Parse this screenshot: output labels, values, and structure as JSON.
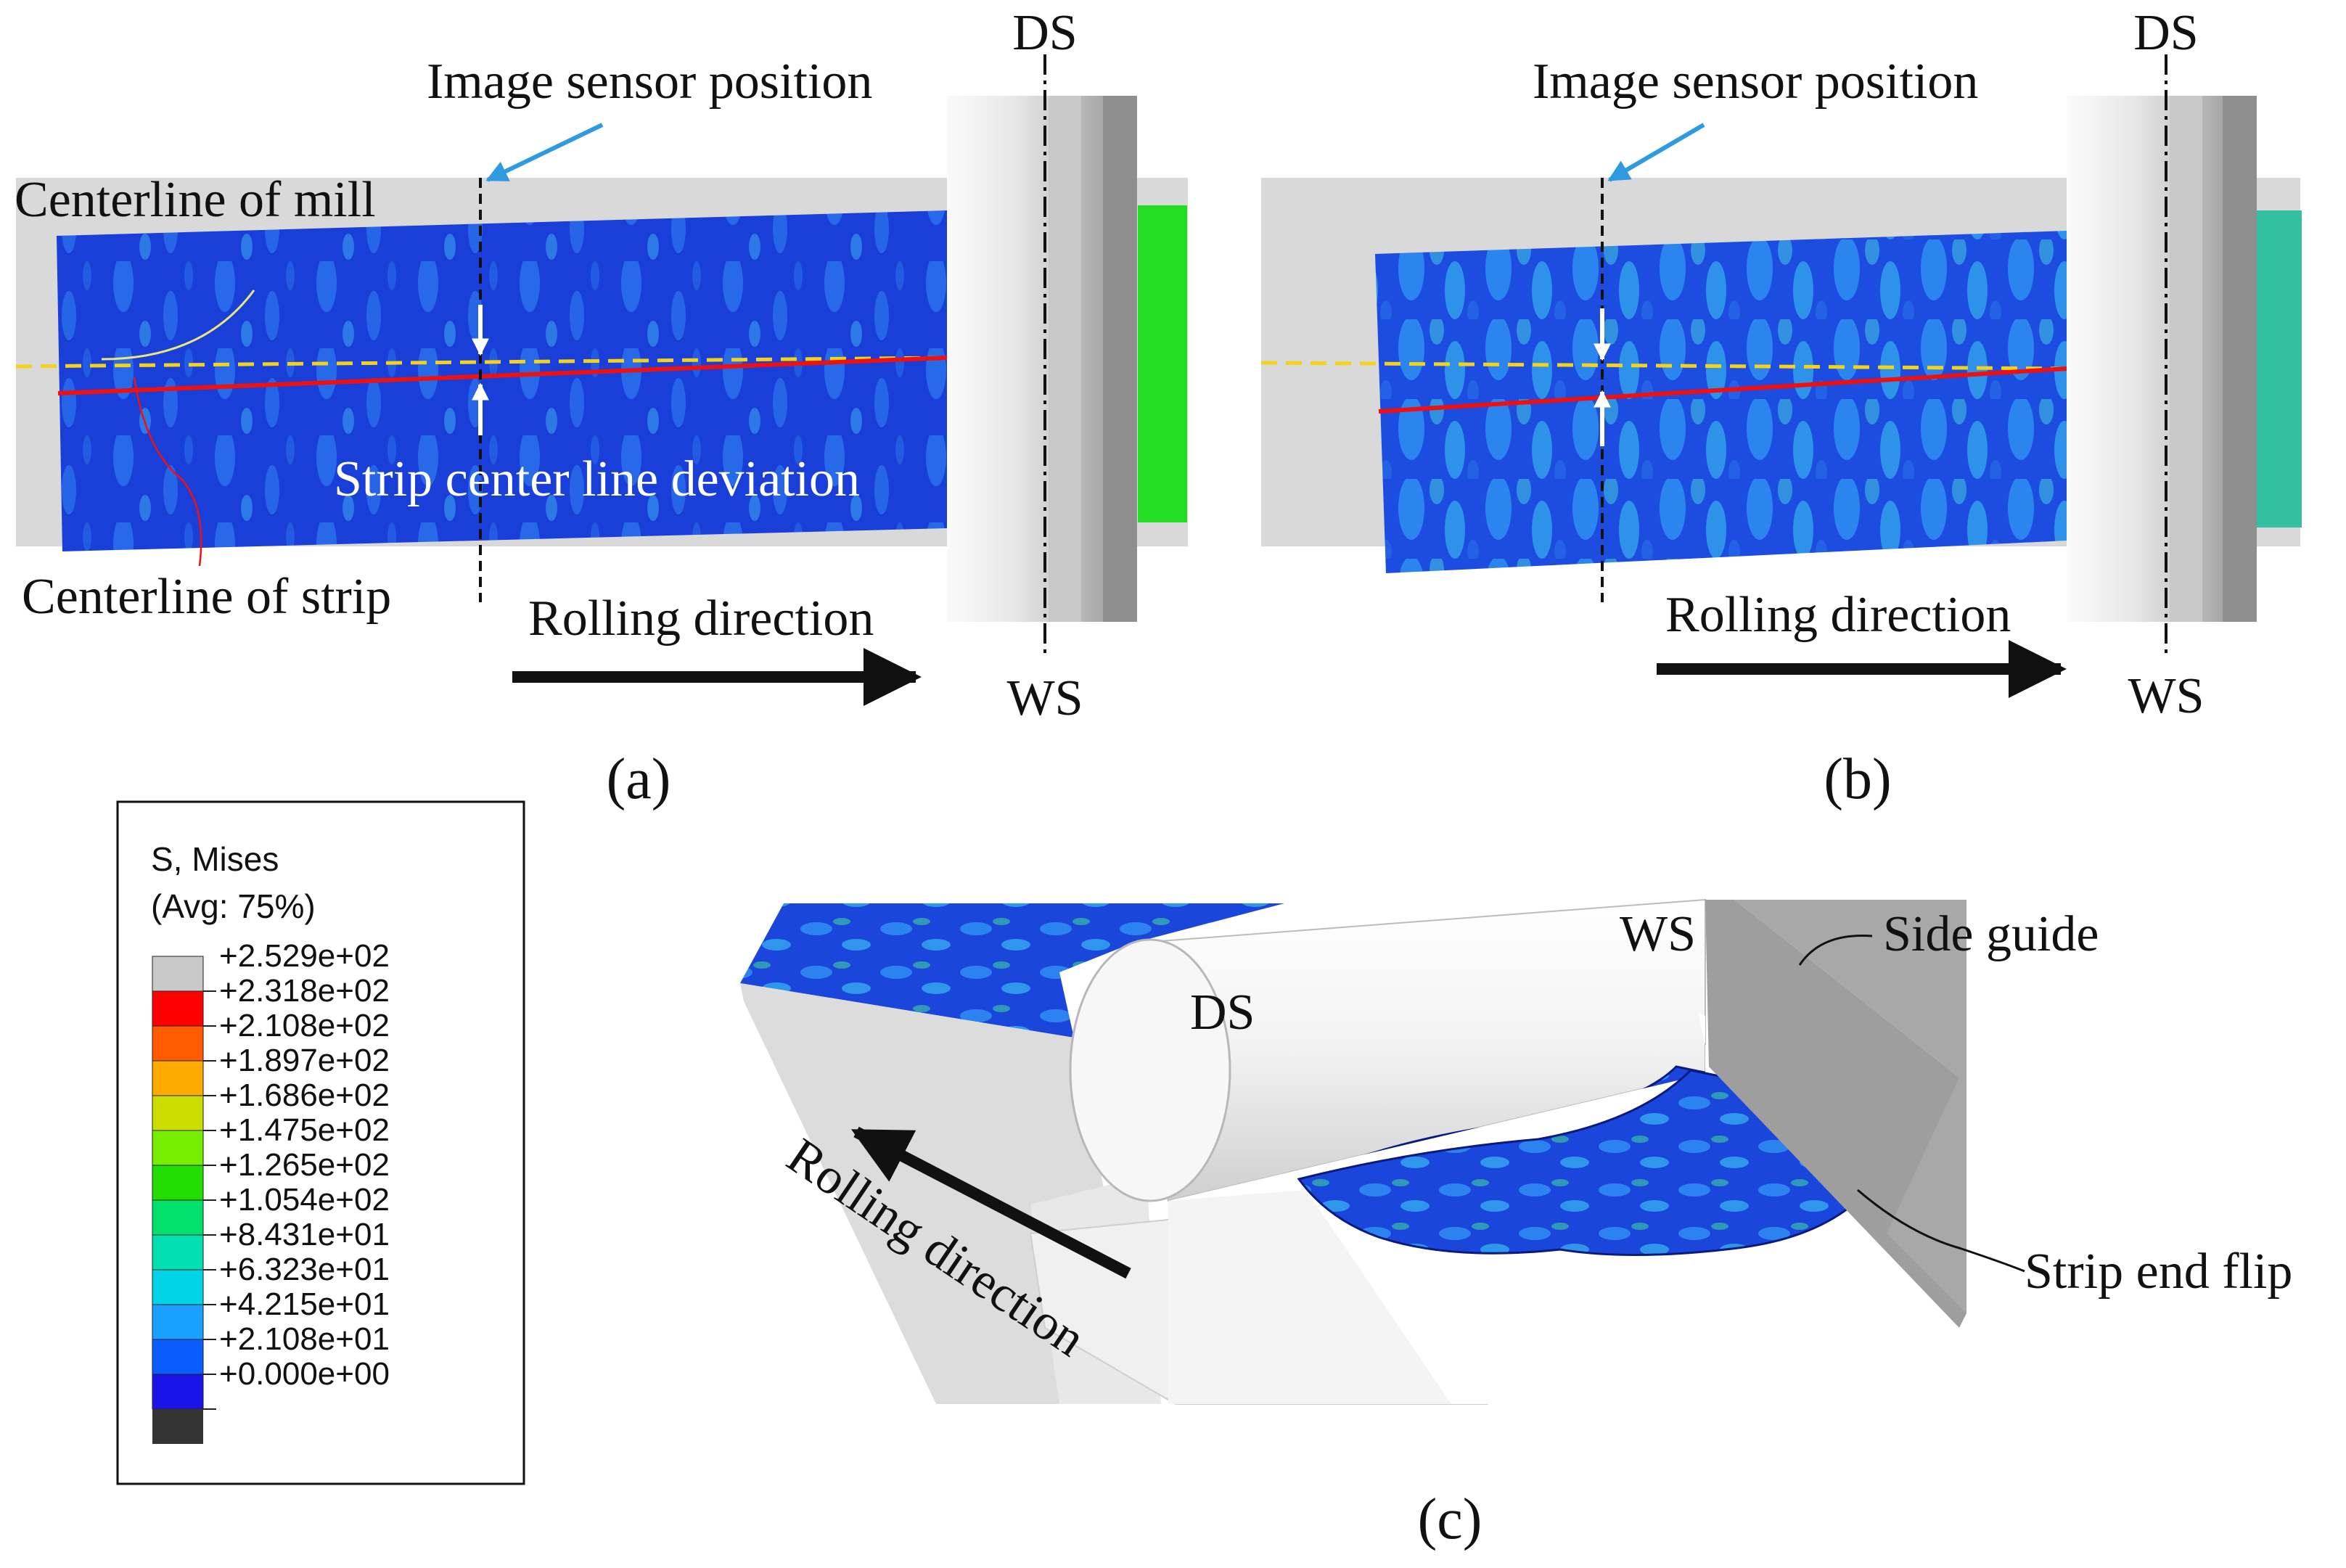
{
  "panel_a": {
    "tag": "(a)",
    "ds_label": "DS",
    "ws_label": "WS",
    "image_sensor_label": "Image sensor position",
    "centerline_mill_label": "Centerline of mill",
    "centerline_strip_label": "Centerline of strip",
    "deviation_label": "Strip center line deviation",
    "rolling_direction_label": "Rolling direction"
  },
  "panel_b": {
    "tag": "(b)",
    "ds_label": "DS",
    "ws_label": "WS",
    "image_sensor_label": "Image sensor position",
    "rolling_direction_label": "Rolling direction"
  },
  "panel_c": {
    "tag": "(c)",
    "ws_label": "WS",
    "ds_label": "DS",
    "side_guide_label": "Side guide",
    "strip_end_flip_label": "Strip end flip",
    "rolling_direction_label": "Rolling direction"
  },
  "legend": {
    "title_line1": "S, Mises",
    "title_line2": "(Avg: 75%)",
    "entries": [
      {
        "label": "+2.529e+02",
        "color": "#c8c8c8"
      },
      {
        "label": "+2.318e+02",
        "color": "#ff0000"
      },
      {
        "label": "+2.108e+02",
        "color": "#ff5a00"
      },
      {
        "label": "+1.897e+02",
        "color": "#ffaa00"
      },
      {
        "label": "+1.686e+02",
        "color": "#ccdd00"
      },
      {
        "label": "+1.475e+02",
        "color": "#77ee00"
      },
      {
        "label": "+1.265e+02",
        "color": "#22dd00"
      },
      {
        "label": "+1.054e+02",
        "color": "#00e06a"
      },
      {
        "label": "+8.431e+01",
        "color": "#00e0b0"
      },
      {
        "label": "+6.323e+01",
        "color": "#00d4e6"
      },
      {
        "label": "+4.215e+01",
        "color": "#1aa0ff"
      },
      {
        "label": "+2.108e+01",
        "color": "#0a5cff"
      },
      {
        "label": "+0.000e+00",
        "color": "#1a14e8"
      }
    ],
    "bottom_color": "#333333"
  },
  "colors": {
    "strip_dark": "#1437d8",
    "strip_light": "#1f8cf0",
    "mill_centerline": "#f2d21b",
    "strip_centerline": "#ee1111",
    "sensor_arrow": "#2e9be0",
    "plate_gray": "#d9d9d9",
    "roll_green": "#22dd22"
  }
}
